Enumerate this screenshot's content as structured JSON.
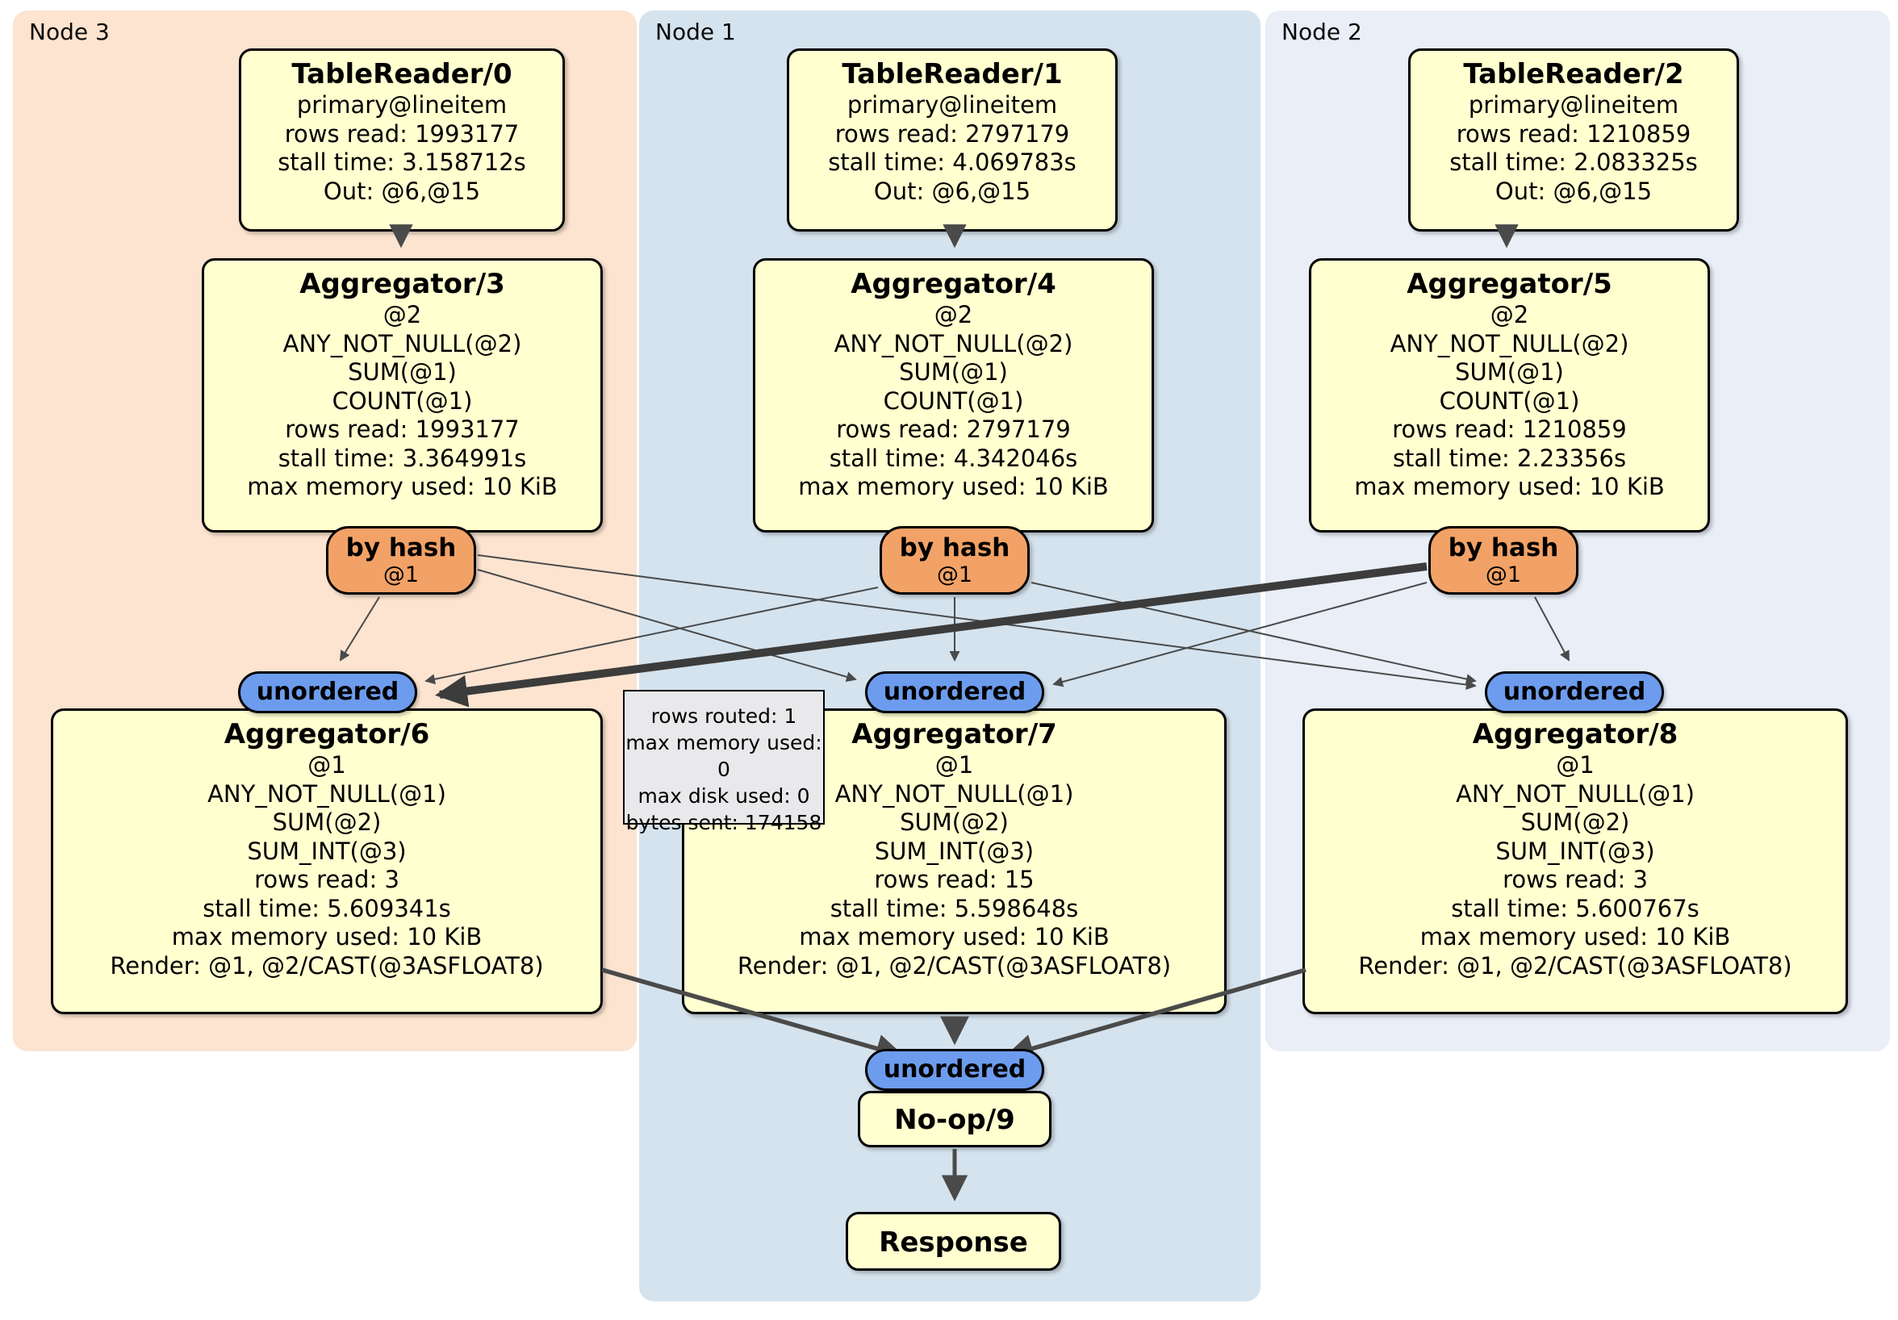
{
  "panels": {
    "node3": {
      "label": "Node 3"
    },
    "node1": {
      "label": "Node 1"
    },
    "node2": {
      "label": "Node 2"
    }
  },
  "boxes": {
    "tablereader0": {
      "title": "TableReader/0",
      "lines": [
        "primary@lineitem",
        "rows read: 1993177",
        "stall time: 3.158712s",
        "Out: @6,@15"
      ]
    },
    "tablereader1": {
      "title": "TableReader/1",
      "lines": [
        "primary@lineitem",
        "rows read: 2797179",
        "stall time: 4.069783s",
        "Out: @6,@15"
      ]
    },
    "tablereader2": {
      "title": "TableReader/2",
      "lines": [
        "primary@lineitem",
        "rows read: 1210859",
        "stall time: 2.083325s",
        "Out: @6,@15"
      ]
    },
    "aggregator3": {
      "title": "Aggregator/3",
      "lines": [
        "@2",
        "ANY_NOT_NULL(@2)",
        "SUM(@1)",
        "COUNT(@1)",
        "rows read: 1993177",
        "stall time: 3.364991s",
        "max memory used: 10 KiB"
      ]
    },
    "aggregator4": {
      "title": "Aggregator/4",
      "lines": [
        "@2",
        "ANY_NOT_NULL(@2)",
        "SUM(@1)",
        "COUNT(@1)",
        "rows read: 2797179",
        "stall time: 4.342046s",
        "max memory used: 10 KiB"
      ]
    },
    "aggregator5": {
      "title": "Aggregator/5",
      "lines": [
        "@2",
        "ANY_NOT_NULL(@2)",
        "SUM(@1)",
        "COUNT(@1)",
        "rows read: 1210859",
        "stall time: 2.23356s",
        "max memory used: 10 KiB"
      ]
    },
    "aggregator6": {
      "title": "Aggregator/6",
      "lines": [
        "@1",
        "ANY_NOT_NULL(@1)",
        "SUM(@2)",
        "SUM_INT(@3)",
        "rows read: 3",
        "stall time: 5.609341s",
        "max memory used: 10 KiB",
        "Render: @1, @2/CAST(@3ASFLOAT8)"
      ]
    },
    "aggregator7": {
      "title": "Aggregator/7",
      "lines": [
        "@1",
        "ANY_NOT_NULL(@1)",
        "SUM(@2)",
        "SUM_INT(@3)",
        "rows read: 15",
        "stall time: 5.598648s",
        "max memory used: 10 KiB",
        "Render: @1, @2/CAST(@3ASFLOAT8)"
      ]
    },
    "aggregator8": {
      "title": "Aggregator/8",
      "lines": [
        "@1",
        "ANY_NOT_NULL(@1)",
        "SUM(@2)",
        "SUM_INT(@3)",
        "rows read: 3",
        "stall time: 5.600767s",
        "max memory used: 10 KiB",
        "Render: @1, @2/CAST(@3ASFLOAT8)"
      ]
    },
    "noop9": {
      "title": "No-op/9"
    },
    "response": {
      "title": "Response"
    }
  },
  "routers": {
    "bh3": {
      "label": "by hash",
      "key": "@1"
    },
    "bh1": {
      "label": "by hash",
      "key": "@1"
    },
    "bh2": {
      "label": "by hash",
      "key": "@1"
    }
  },
  "syncs": {
    "u3": {
      "label": "unordered"
    },
    "u1": {
      "label": "unordered"
    },
    "u2": {
      "label": "unordered"
    },
    "ubottom": {
      "label": "unordered"
    }
  },
  "tooltip": {
    "lines": [
      "rows routed: 1",
      "max memory used: 0",
      "max disk used: 0",
      "bytes sent: 174158"
    ]
  },
  "colors": {
    "panel_node3": "#fce4d0",
    "panel_node1": "#d5e3ee",
    "panel_node2": "#e9eef7",
    "box_fill": "#ffffd0",
    "router_fill": "#f2a266",
    "sync_fill": "#6d9cee",
    "edge": "#4a4a4a",
    "tooltip_fill": "#e9e9ec",
    "border": "#000000"
  }
}
